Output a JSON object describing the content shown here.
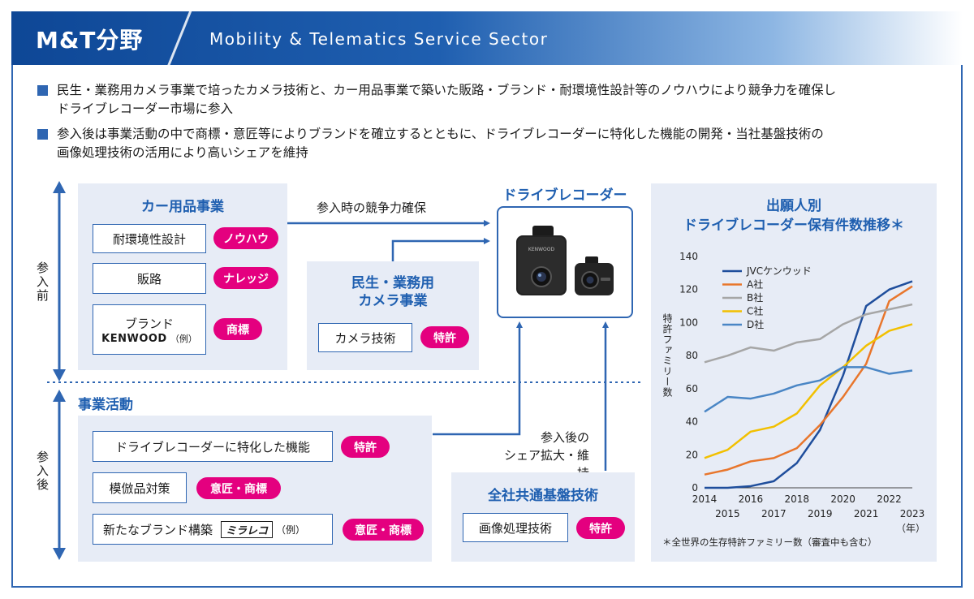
{
  "header": {
    "title": "M&T分野",
    "subtitle": "Mobility & Telematics Service Sector"
  },
  "bullets": [
    {
      "line1": "民生・業務用カメラ事業で培ったカメラ技術と、カー用品事業で築いた販路・ブランド・耐環境性設計等のノウハウにより競争力を確保し",
      "line2": "ドライブレコーダー市場に参入"
    },
    {
      "line1": "参入後は事業活動の中で商標・意匠等によりブランドを確立するとともに、ドライブレコーダーに特化した機能の開発・当社基盤技術の",
      "line2": "画像処理技術の活用により高いシェアを維持"
    }
  ],
  "axis": {
    "before": "参入前",
    "after": "参入後"
  },
  "car_goods": {
    "title": "カー用品事業",
    "items": [
      {
        "label": "耐環境性設計",
        "tag": "ノウハウ"
      },
      {
        "label": "販路",
        "tag": "ナレッジ"
      },
      {
        "label": "ブランド",
        "brand": "KENWOOD",
        "example": "（例）",
        "tag": "商標"
      }
    ]
  },
  "camera_biz": {
    "title_line1": "民生・業務用",
    "title_line2": "カメラ事業",
    "item": "カメラ技術",
    "tag": "特許"
  },
  "arrow_note_entry": "参入時の競争力確保",
  "dashcam": {
    "title": "ドライブレコーダー",
    "brand_on_device": "KENWOOD"
  },
  "business": {
    "title": "事業活動",
    "items": [
      {
        "label": "ドライブレコーダーに特化した機能",
        "tag": "特許"
      },
      {
        "label": "模倣品対策",
        "tag": "意匠・商標"
      },
      {
        "label": "新たなブランド構築",
        "logo": "ミラレコ",
        "example": "（例）",
        "tag": "意匠・商標"
      }
    ]
  },
  "arrow_note_after": {
    "line1": "参入後の",
    "line2": "シェア拡大・維持"
  },
  "common_tech": {
    "title": "全社共通基盤技術",
    "item": "画像処理技術",
    "tag": "特許"
  },
  "chart_data": {
    "type": "line",
    "title_line1": "出願人別",
    "title_line2": "ドライブレコーダー保有件数推移＊",
    "ylabel": "特許ファミリー数",
    "xunit": "（年）",
    "footnote": "＊全世界の生存特許ファミリー数（審査中も含む）",
    "x": [
      2014,
      2015,
      2016,
      2017,
      2018,
      2019,
      2020,
      2021,
      2022,
      2023
    ],
    "xticks_top": [
      "2014",
      "2016",
      "2018",
      "2020",
      "2022"
    ],
    "xticks_bottom": [
      "2015",
      "2017",
      "2019",
      "2021",
      "2023"
    ],
    "ylim": [
      0,
      140
    ],
    "yticks": [
      0,
      20,
      40,
      60,
      80,
      100,
      120,
      140
    ],
    "series": [
      {
        "name": "JVCケンウッド",
        "color": "#1f4e9c",
        "values": [
          0,
          0,
          1,
          4,
          15,
          35,
          68,
          110,
          120,
          125
        ]
      },
      {
        "name": "A社",
        "color": "#e8762c",
        "values": [
          8,
          11,
          16,
          18,
          24,
          38,
          55,
          75,
          113,
          122
        ]
      },
      {
        "name": "B社",
        "color": "#a6a6a6",
        "values": [
          76,
          80,
          85,
          83,
          88,
          90,
          99,
          105,
          108,
          111
        ]
      },
      {
        "name": "C社",
        "color": "#f2c000",
        "values": [
          18,
          23,
          34,
          37,
          45,
          62,
          73,
          86,
          95,
          99
        ]
      },
      {
        "name": "D社",
        "color": "#4a86c5",
        "values": [
          46,
          55,
          54,
          57,
          62,
          65,
          73,
          73,
          69,
          71
        ]
      }
    ]
  }
}
